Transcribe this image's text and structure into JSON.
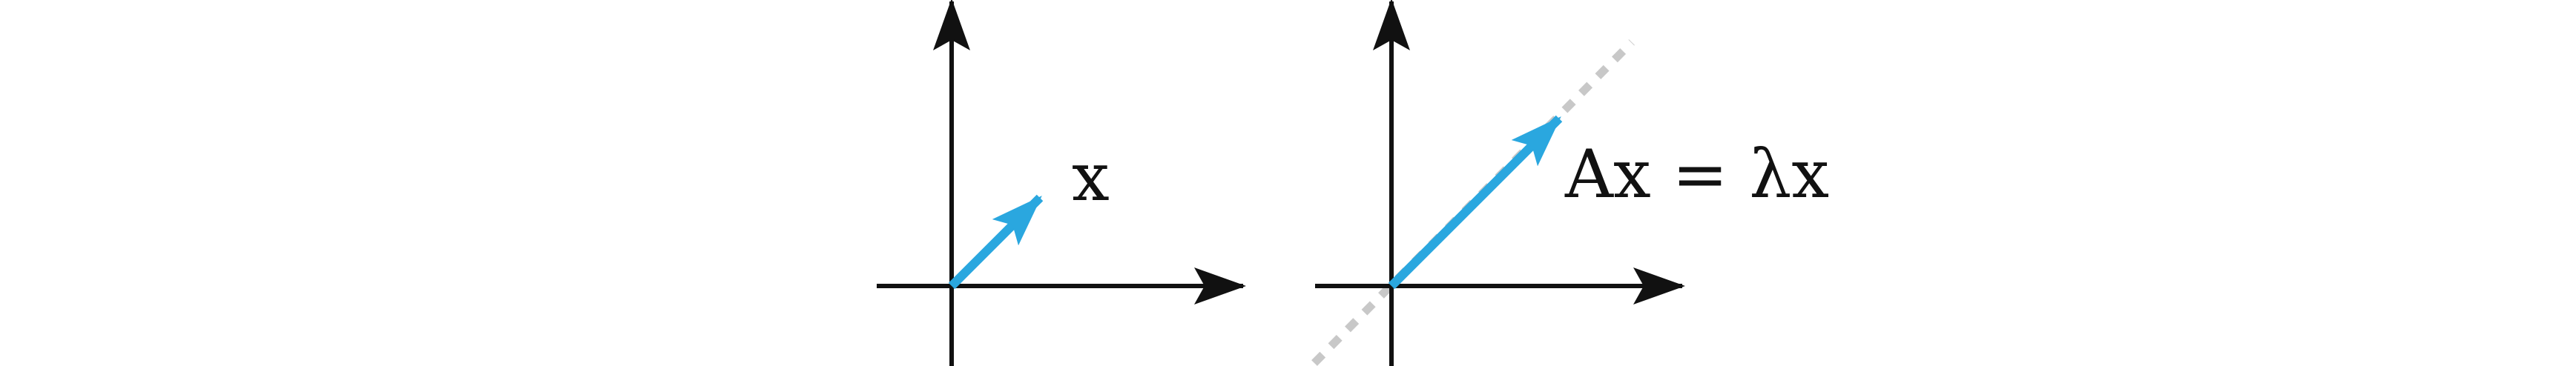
{
  "colors": {
    "axis": "#111111",
    "vector": "#2aa7df",
    "eigenline": "#c8c8c8",
    "text": "#111111"
  },
  "panels": [
    {
      "id": "left",
      "vector_label": "x",
      "has_eigenline": false
    },
    {
      "id": "right",
      "vector_label": "Ax = λx",
      "has_eigenline": true
    }
  ]
}
